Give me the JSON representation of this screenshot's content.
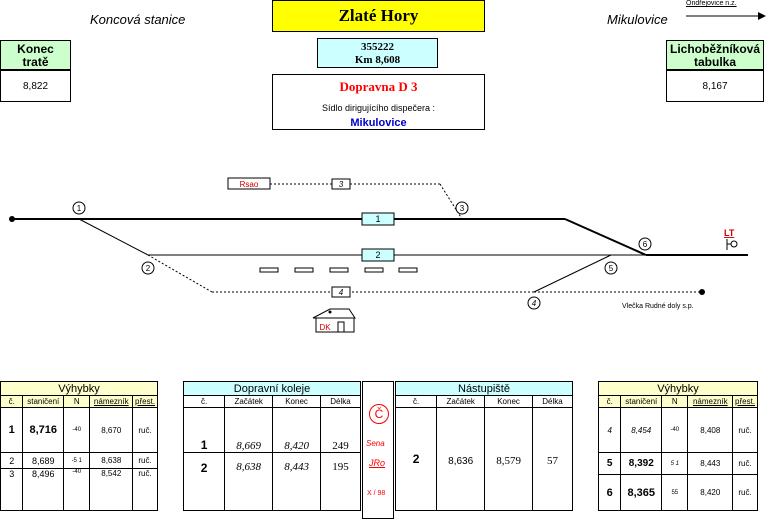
{
  "header": {
    "left_station": "Koncová  stanice",
    "title": "Zlaté  Hory",
    "right_station": "Mikulovice",
    "arrow_label": "Ondřejovice  n.z.",
    "km_code": "355222",
    "km_value": "Km  8,608",
    "stop_type": "Dopravna  D 3",
    "dispatcher_label": "Sídlo dirigujícího dispečera :",
    "dispatcher_place": "Mikulovice",
    "end_track_label_1": "Konec",
    "end_track_label_2": "tratě",
    "end_track_value": "8,822",
    "trapezoid_label_1": "Lichoběžníková",
    "trapezoid_label_2": "tabulka",
    "trapezoid_value": "8,167"
  },
  "diagram": {
    "track_labels": [
      "1",
      "2",
      "3",
      "4"
    ],
    "switch_labels": [
      "1",
      "2",
      "3",
      "4",
      "5",
      "6"
    ],
    "rsao_label": "Rsao",
    "siding_label": "Vlečka  Rudné  doly  s.p.",
    "lt_label": "LT",
    "dk_label": "DK"
  },
  "tables": {
    "switches_left": {
      "title": "Výhybky",
      "headers": [
        "č.",
        "staničení",
        "N",
        "námezník",
        "přest."
      ],
      "rows": [
        [
          "1",
          "8,716",
          "-40",
          "8,670",
          "ruč."
        ],
        [
          "2",
          "8,689",
          "-5 1",
          "8,638",
          "ruč."
        ],
        [
          "3",
          "8,496",
          "-40",
          "8,542",
          "ruč."
        ]
      ]
    },
    "tracks": {
      "title": "Dopravní  koleje",
      "headers": [
        "č.",
        "Začátek",
        "Konec",
        "Délka"
      ],
      "rows": [
        [
          "1",
          "8,669",
          "8,420",
          "249"
        ],
        [
          "2",
          "8,638",
          "8,443",
          "195"
        ]
      ]
    },
    "stamp": {
      "line1": "Č",
      "line2": "Sena",
      "line3": "JRo",
      "line4": "X / 98"
    },
    "platforms": {
      "title": "Nástupiště",
      "headers": [
        "č.",
        "Začátek",
        "Konec",
        "Délka"
      ],
      "rows": [
        [
          "2",
          "8,636",
          "8,579",
          "57"
        ]
      ]
    },
    "switches_right": {
      "title": "Výhybky",
      "headers": [
        "č.",
        "staničení",
        "N",
        "námezník",
        "přest."
      ],
      "rows": [
        [
          "4",
          "8,454",
          "-40",
          "8,408",
          "ruč."
        ],
        [
          "5",
          "8,392",
          "5 1",
          "8,443",
          "ruč."
        ],
        [
          "6",
          "8,365",
          "55",
          "8,420",
          "ruč."
        ]
      ]
    }
  },
  "colors": {
    "title_bg": "#ffff00",
    "green_bg": "#ccffcc",
    "cyan_bg": "#ccffff",
    "yellow_light": "#ffffcc",
    "red": "#ff0000",
    "blue": "#0000cc"
  }
}
